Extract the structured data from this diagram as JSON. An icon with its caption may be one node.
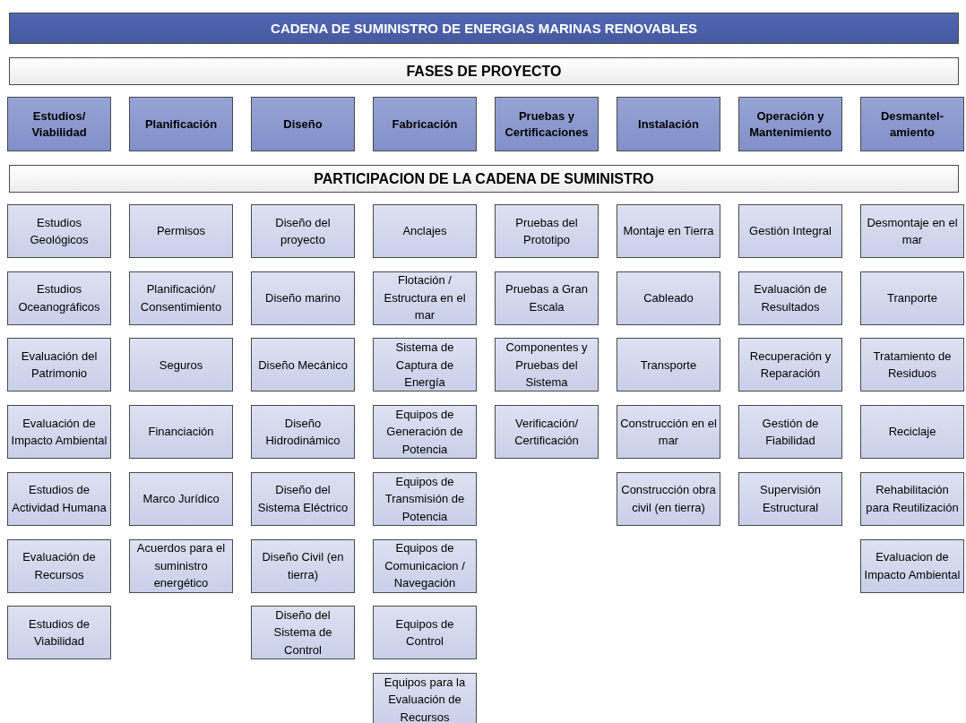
{
  "diagram": {
    "nodes": [
      {
        "text": [
          "CADENA DE SUMINISTRO DE ENERGIAS MARINAS RENOVABLES"
        ]
      },
      {
        "text": [
          "FASES DE PROYECTO"
        ]
      },
      {
        "text": [
          "Estudios/ Viabilidad"
        ]
      },
      {
        "text": [
          "Planificación"
        ]
      },
      {
        "text": [
          "Diseño"
        ]
      },
      {
        "text": [
          "Fabricación"
        ]
      },
      {
        "text": [
          "Pruebas y Certificaciones"
        ]
      },
      {
        "text": [
          "Instalación"
        ]
      },
      {
        "text": [
          "Operación y Mantenimiento"
        ]
      },
      {
        "text": [
          "Desmantel-amiento"
        ]
      },
      {
        "text": [
          "PARTICIPACION DE LA CADENA DE SUMINISTRO"
        ]
      },
      {
        "text": [
          "Estudios Geológicos"
        ]
      },
      {
        "text": [
          "Estudios Oceanográficos"
        ]
      },
      {
        "text": [
          "Evaluación del Patrimonio"
        ]
      },
      {
        "text": [
          "Evaluación de Impacto Ambiental"
        ]
      },
      {
        "text": [
          "Estudios de Actividad Humana"
        ]
      },
      {
        "text": [
          "Evaluación de Recursos"
        ]
      },
      {
        "text": [
          "Estudios de Viabilidad"
        ]
      },
      {
        "text": [
          "Permisos"
        ]
      },
      {
        "text": [
          "Planificación/ Consentimiento"
        ]
      },
      {
        "text": [
          "Seguros"
        ]
      },
      {
        "text": [
          "Financiación"
        ]
      },
      {
        "text": [
          "Marco Jurídico"
        ]
      },
      {
        "text": [
          "Acuerdos para el suministro energético"
        ]
      },
      {
        "text": [
          "Diseño del proyecto"
        ]
      },
      {
        "text": [
          "Diseño marino"
        ]
      },
      {
        "text": [
          "Diseño Mecánico"
        ]
      },
      {
        "text": [
          "Diseño Hidrodinámico"
        ]
      },
      {
        "text": [
          "Diseño del Sistema Eléctrico"
        ]
      },
      {
        "text": [
          "Diseño Civil (en tierra)"
        ]
      },
      {
        "text": [
          "Diseño del Sistema de Control"
        ]
      },
      {
        "text": [
          "Anclajes"
        ]
      },
      {
        "text": [
          "Flotación / Estructura en el mar"
        ]
      },
      {
        "text": [
          "Sistema de Captura de Energía"
        ]
      },
      {
        "text": [
          "Equipos de Generación de Potencia"
        ]
      },
      {
        "text": [
          "Equipos de Transmisión de Potencia"
        ]
      },
      {
        "text": [
          "Equipos de Comunicacion / Navegación"
        ]
      },
      {
        "text": [
          "Equipos de Control"
        ]
      },
      {
        "text": [
          "Equipos para la Evaluación de Recursos"
        ]
      },
      {
        "text": [
          "Pruebas del Prototipo"
        ]
      },
      {
        "text": [
          "Pruebas a Gran Escala"
        ]
      },
      {
        "text": [
          "Componentes y Pruebas del Sistema"
        ]
      },
      {
        "text": [
          "Verificación/ Certificación"
        ]
      },
      {
        "text": [
          "Montaje en Tierra"
        ]
      },
      {
        "text": [
          "Cableado"
        ]
      },
      {
        "text": [
          "Transporte"
        ]
      },
      {
        "text": [
          "Construcción en el mar"
        ]
      },
      {
        "text": [
          "Construcción obra civil (en tierra)"
        ]
      },
      {
        "text": [
          "Gestión Integral"
        ]
      },
      {
        "text": [
          "Evaluación de Resultados"
        ]
      },
      {
        "text": [
          "Recuperación y Reparación"
        ]
      },
      {
        "text": [
          "Gestión de Fiabilidad"
        ]
      },
      {
        "text": [
          "Supervisión Estructural"
        ]
      },
      {
        "text": [
          "Desmontaje en el mar"
        ]
      },
      {
        "text": [
          "Tranporte"
        ]
      },
      {
        "text": [
          "Tratamiento de Residuos"
        ]
      },
      {
        "text": [
          "Reciclaje"
        ]
      },
      {
        "text": [
          "Rehabilitación para Reutilización"
        ]
      },
      {
        "text": [
          "Evaluacion de Impacto Ambiental"
        ]
      }
    ]
  }
}
